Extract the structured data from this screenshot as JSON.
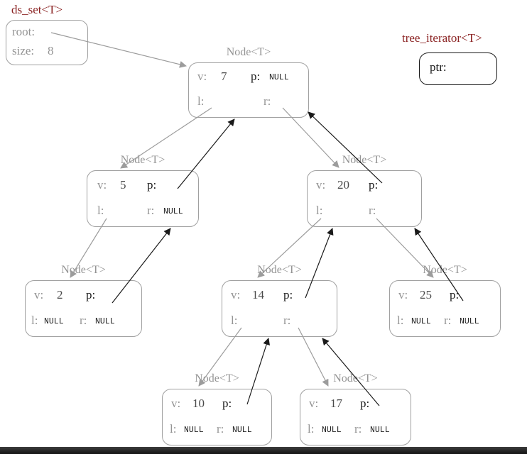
{
  "window": {
    "width": "742",
    "height": "640",
    "background": "#ffffff"
  },
  "colors": {
    "struct_title": "#8b2323",
    "gray_text": "#949494",
    "gray_border": "#a0a0a0",
    "black_text": "#1a1a1a",
    "value_text": "#4a4a4a",
    "child_pointer_arrow": "#9c9c9c",
    "parent_pointer_arrow": "#1a1a1a",
    "bottom_bar": "#1e1e1e"
  },
  "ds_set": {
    "title": "ds_set<T>",
    "root_label": "root:",
    "size_label": "size:",
    "size_value": "8"
  },
  "iterator": {
    "title": "tree_iterator<T>",
    "ptr_label": "ptr:"
  },
  "field_labels": {
    "v": "v:",
    "p": "p:",
    "l": "l:",
    "r": "r:"
  },
  "nodes": [
    {
      "title": "Node<T>",
      "v": "7",
      "p": "NULL",
      "l": "",
      "r": ""
    },
    {
      "title": "Node<T>",
      "v": "5",
      "p": "",
      "l": "",
      "r": "NULL"
    },
    {
      "title": "Node<T>",
      "v": "20",
      "p": "",
      "l": "",
      "r": ""
    },
    {
      "title": "Node<T>",
      "v": "2",
      "p": "",
      "l": "NULL",
      "r": "NULL"
    },
    {
      "title": "Node<T>",
      "v": "14",
      "p": "",
      "l": "",
      "r": ""
    },
    {
      "title": "Node<T>",
      "v": "25",
      "p": "",
      "l": "NULL",
      "r": "NULL"
    },
    {
      "title": "Node<T>",
      "v": "10",
      "p": "",
      "l": "NULL",
      "r": "NULL"
    },
    {
      "title": "Node<T>",
      "v": "17",
      "p": "",
      "l": "NULL",
      "r": "NULL"
    }
  ],
  "edges": {
    "child_pointers": [
      {
        "from": "ds_set.root",
        "to": "7"
      },
      {
        "from": "7.l",
        "to": "5"
      },
      {
        "from": "7.r",
        "to": "20"
      },
      {
        "from": "5.l",
        "to": "2"
      },
      {
        "from": "20.l",
        "to": "14"
      },
      {
        "from": "20.r",
        "to": "25"
      },
      {
        "from": "14.l",
        "to": "10"
      },
      {
        "from": "14.r",
        "to": "17"
      }
    ],
    "parent_pointers": [
      {
        "from": "5.p",
        "to": "7"
      },
      {
        "from": "20.p",
        "to": "7"
      },
      {
        "from": "2.p",
        "to": "5"
      },
      {
        "from": "14.p",
        "to": "20"
      },
      {
        "from": "25.p",
        "to": "20"
      },
      {
        "from": "10.p",
        "to": "14"
      },
      {
        "from": "17.p",
        "to": "14"
      }
    ]
  }
}
